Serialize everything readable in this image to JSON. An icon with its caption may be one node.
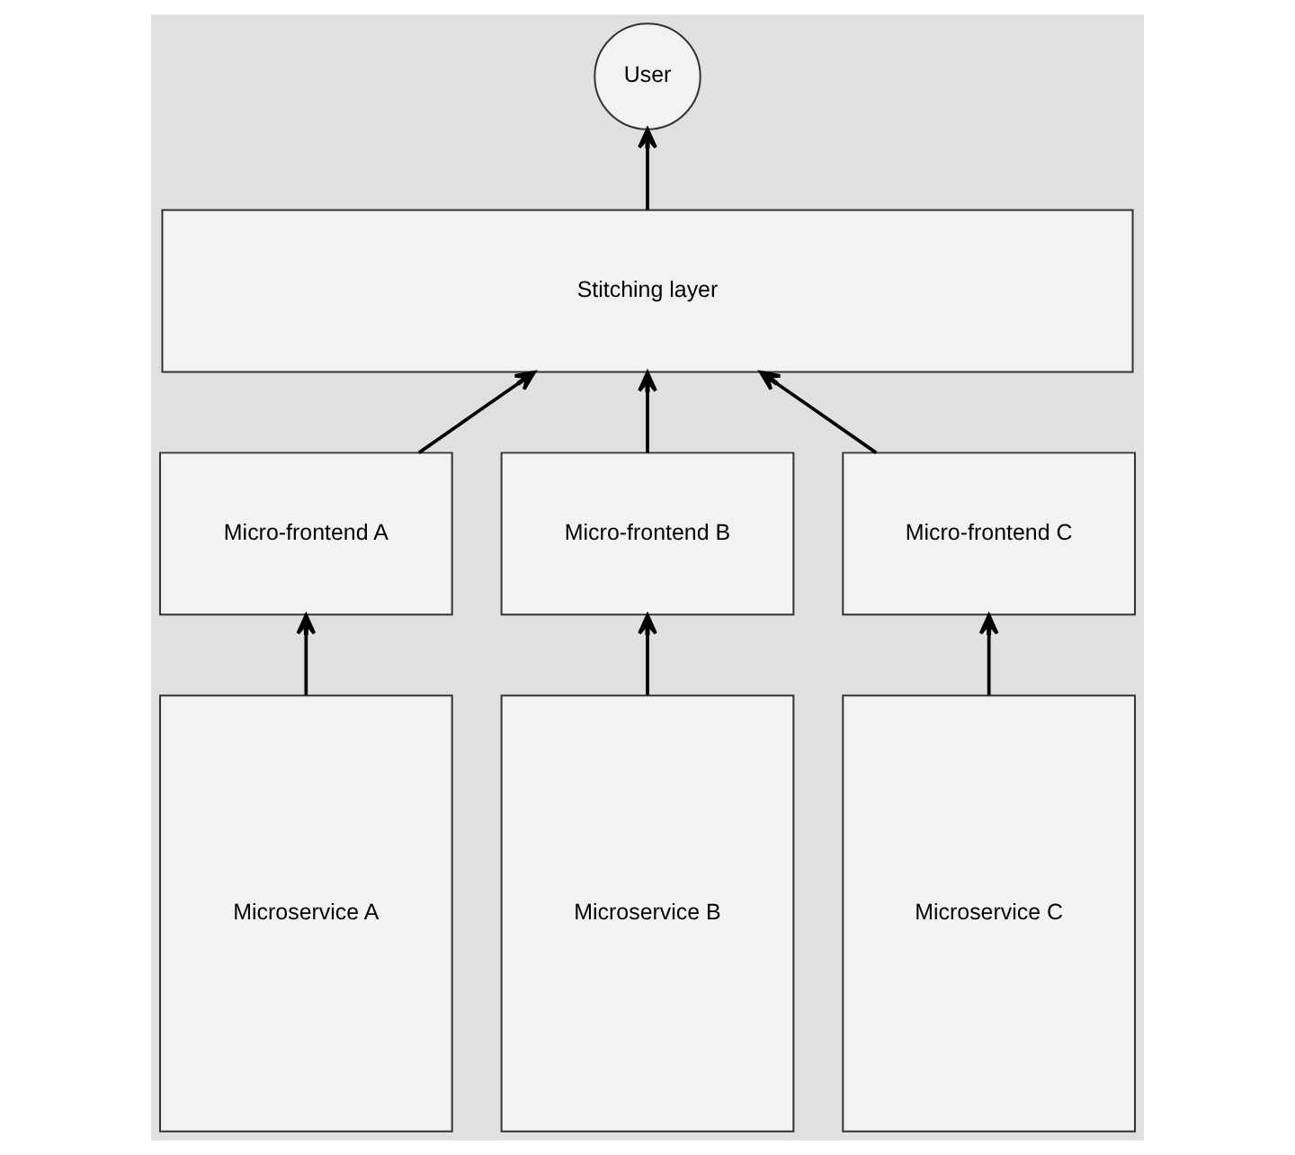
{
  "diagram": {
    "nodes": [
      {
        "text": [
          "User"
        ]
      },
      {
        "text": [
          "Stitching layer"
        ]
      },
      {
        "text": [
          "Micro-frontend A"
        ]
      },
      {
        "text": [
          "Micro-frontend B"
        ]
      },
      {
        "text": [
          "Micro-frontend C"
        ]
      },
      {
        "text": [
          "Microservice A"
        ]
      },
      {
        "text": [
          "Microservice B"
        ]
      },
      {
        "text": [
          "Microservice C"
        ]
      }
    ],
    "edges": [
      {
        "from": 1,
        "to": 0,
        "arrow": "to"
      },
      {
        "from": 2,
        "to": 1,
        "arrow": "to"
      },
      {
        "from": 3,
        "to": 1,
        "arrow": "to"
      },
      {
        "from": 4,
        "to": 1,
        "arrow": "to"
      },
      {
        "from": 5,
        "to": 2,
        "arrow": "to"
      },
      {
        "from": 6,
        "to": 3,
        "arrow": "to"
      },
      {
        "from": 7,
        "to": 4,
        "arrow": "to"
      }
    ]
  }
}
